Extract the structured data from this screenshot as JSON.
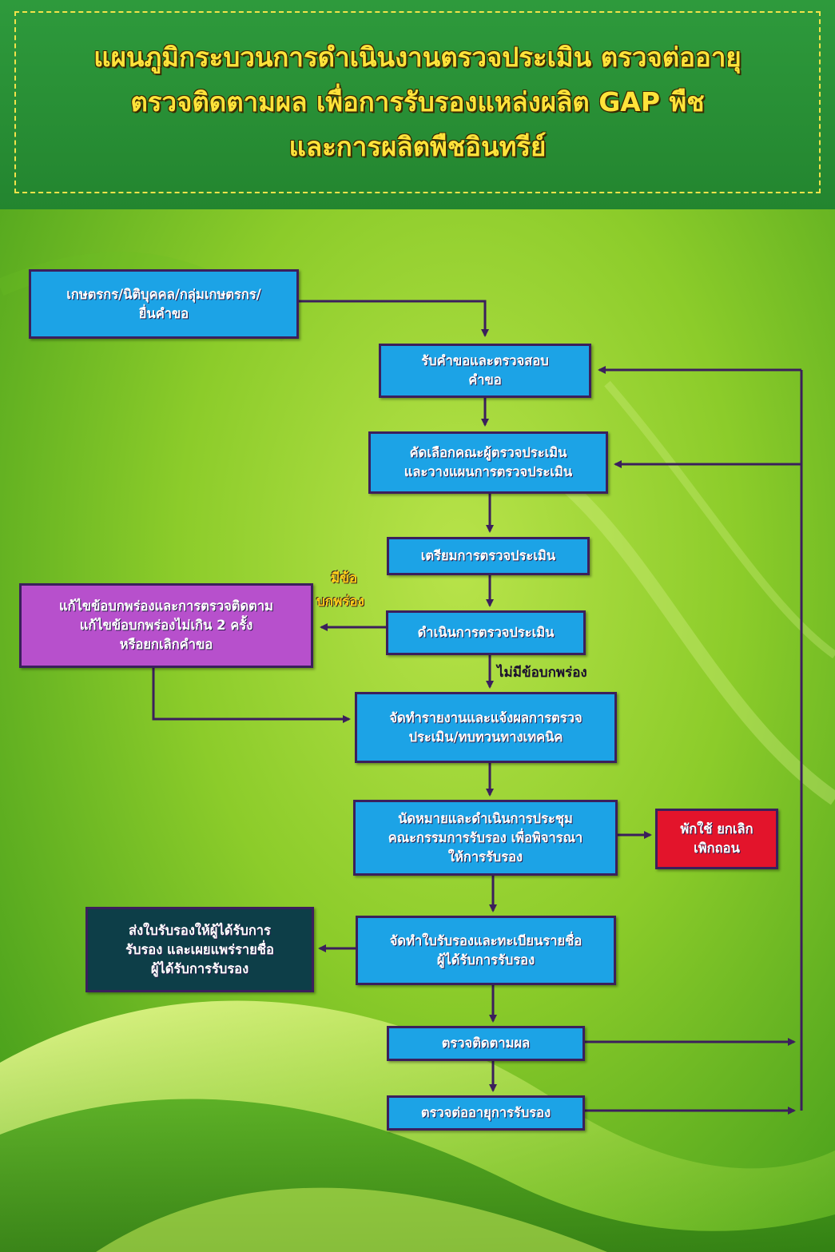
{
  "title": {
    "line1": "แผนภูมิกระบวนการดำเนินงานตรวจประเมิน ตรวจต่ออายุ",
    "line2": "ตรวจติดตามผล เพื่อการรับรองแหล่งผลิต GAP พืช",
    "line3": "และการผลิตพืชอินทรีย์"
  },
  "colors": {
    "step_box": "#1ca3e6",
    "correction_box": "#b750cc",
    "suspend_box": "#e3142b",
    "certificate_box": "#0d3e48",
    "title_text": "#ffe33a",
    "connector": "#3b1f5c"
  },
  "nodes": {
    "applicant": [
      "เกษตรกร/นิติบุคคล/กลุ่มเกษตรกร/",
      "ยื่นคำขอ"
    ],
    "receive": [
      "รับคำขอและตรวจสอบ",
      "คำขอ"
    ],
    "select": [
      "คัดเลือกคณะผู้ตรวจประเมิน",
      "และวางแผนการตรวจประเมิน"
    ],
    "prepare": [
      "เตรียมการตรวจประเมิน"
    ],
    "conduct": [
      "ดำเนินการตรวจประเมิน"
    ],
    "correct": [
      "แก้ไขข้อบกพร่องและการตรวจติดตาม",
      "แก้ไขข้อบกพร่องไม่เกิน 2 ครั้ง",
      "หรือยกเลิกคำขอ"
    ],
    "report": [
      "จัดทำรายงานและแจ้งผลการตรวจ",
      "ประเมิน/ทบทวนทางเทคนิค"
    ],
    "meeting": [
      "นัดหมายและดำเนินการประชุม",
      "คณะกรรมการรับรอง เพื่อพิจารณา",
      "ให้การรับรอง"
    ],
    "suspend": [
      "พักใช้ ยกเลิก",
      "เพิกถอน"
    ],
    "certificate": [
      "จัดทำใบรับรองและทะเบียนรายชื่อ",
      "ผู้ได้รับการรับรอง"
    ],
    "send": [
      "ส่งใบรับรองให้ผู้ได้รับการ",
      "รับรอง และเผยแพร่รายชื่อ",
      "ผู้ได้รับการรับรอง"
    ],
    "followup": [
      "ตรวจติดตามผล"
    ],
    "renew": [
      "ตรวจต่ออายุการรับรอง"
    ]
  },
  "labels": {
    "defect_line1": "มีข้อ",
    "defect_line2": "บกพร่อง",
    "no_defect": "ไม่มีข้อบกพร่อง"
  }
}
